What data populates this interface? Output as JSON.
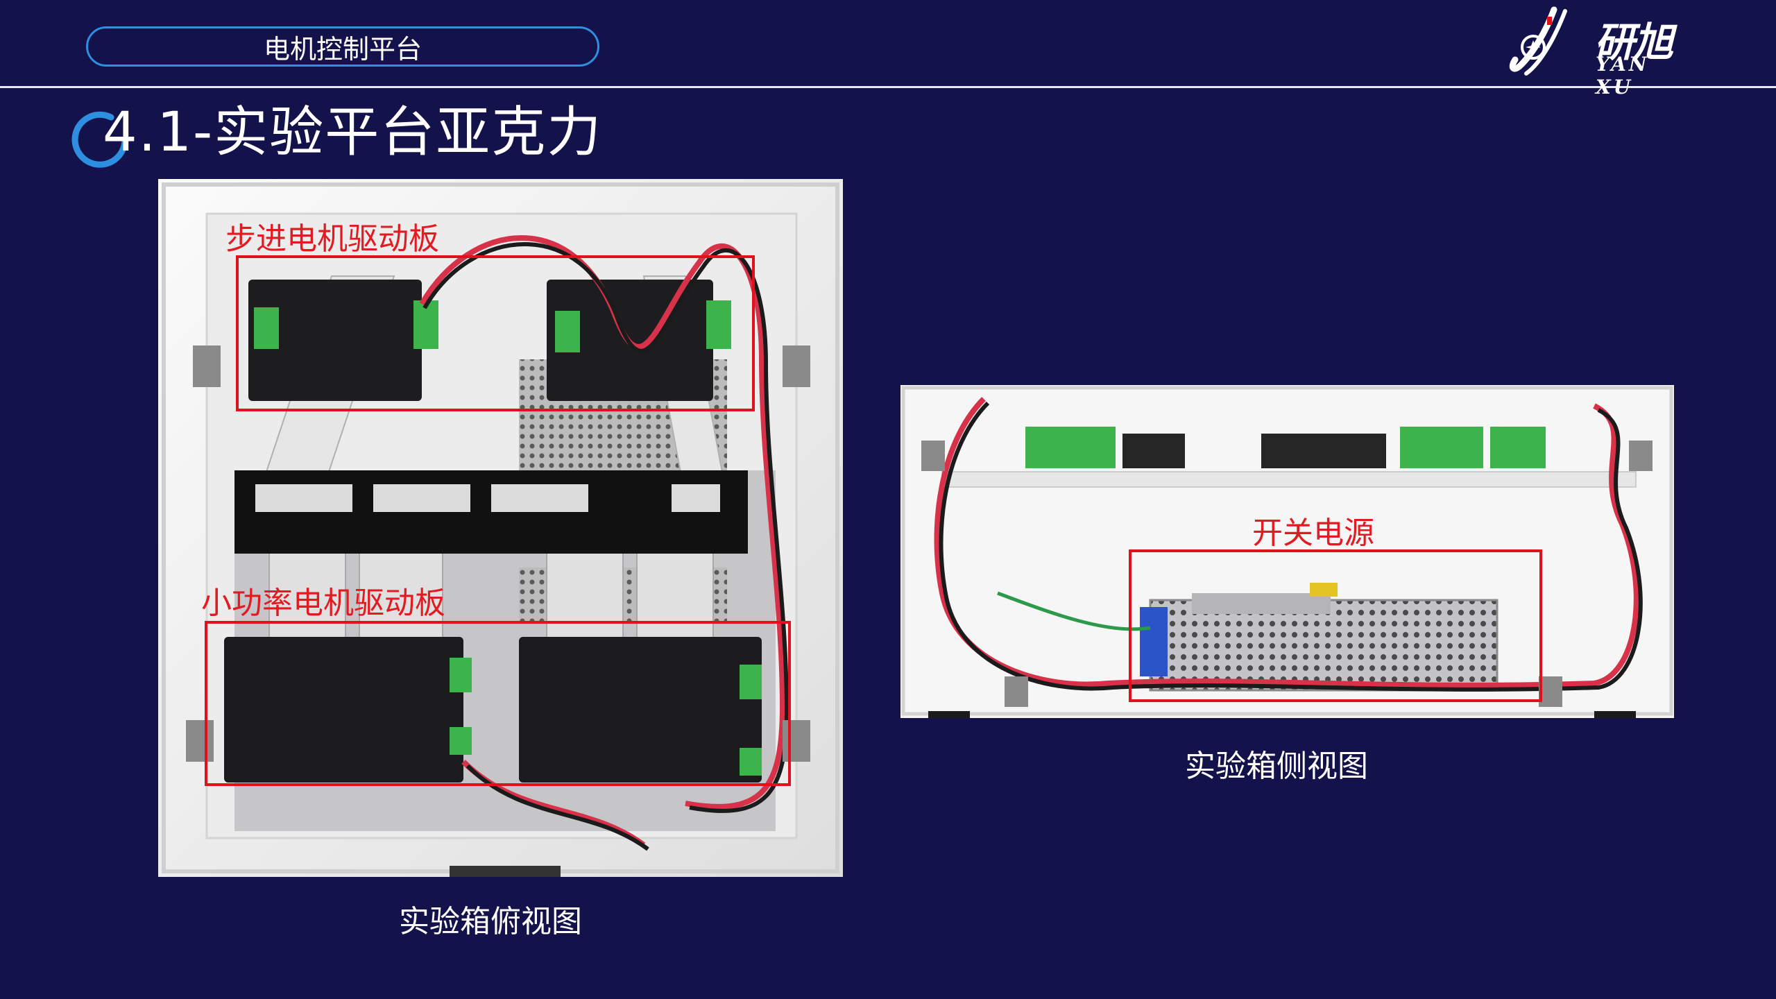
{
  "header": {
    "tag_label": "电机控制平台"
  },
  "logo": {
    "cn_text": "研旭",
    "en_text": "YAN XU"
  },
  "slide": {
    "title": "4.1-实验平台亚克力"
  },
  "top_view": {
    "label_stepper": "步进电机驱动板",
    "label_small_motor": "小功率电机驱动板",
    "caption": "实验箱俯视图"
  },
  "side_view": {
    "label_power": "开关电源",
    "caption": "实验箱侧视图"
  },
  "colors": {
    "background": "#14124a",
    "accent_blue": "#2e8fe0",
    "highlight_red": "#e0111b"
  }
}
